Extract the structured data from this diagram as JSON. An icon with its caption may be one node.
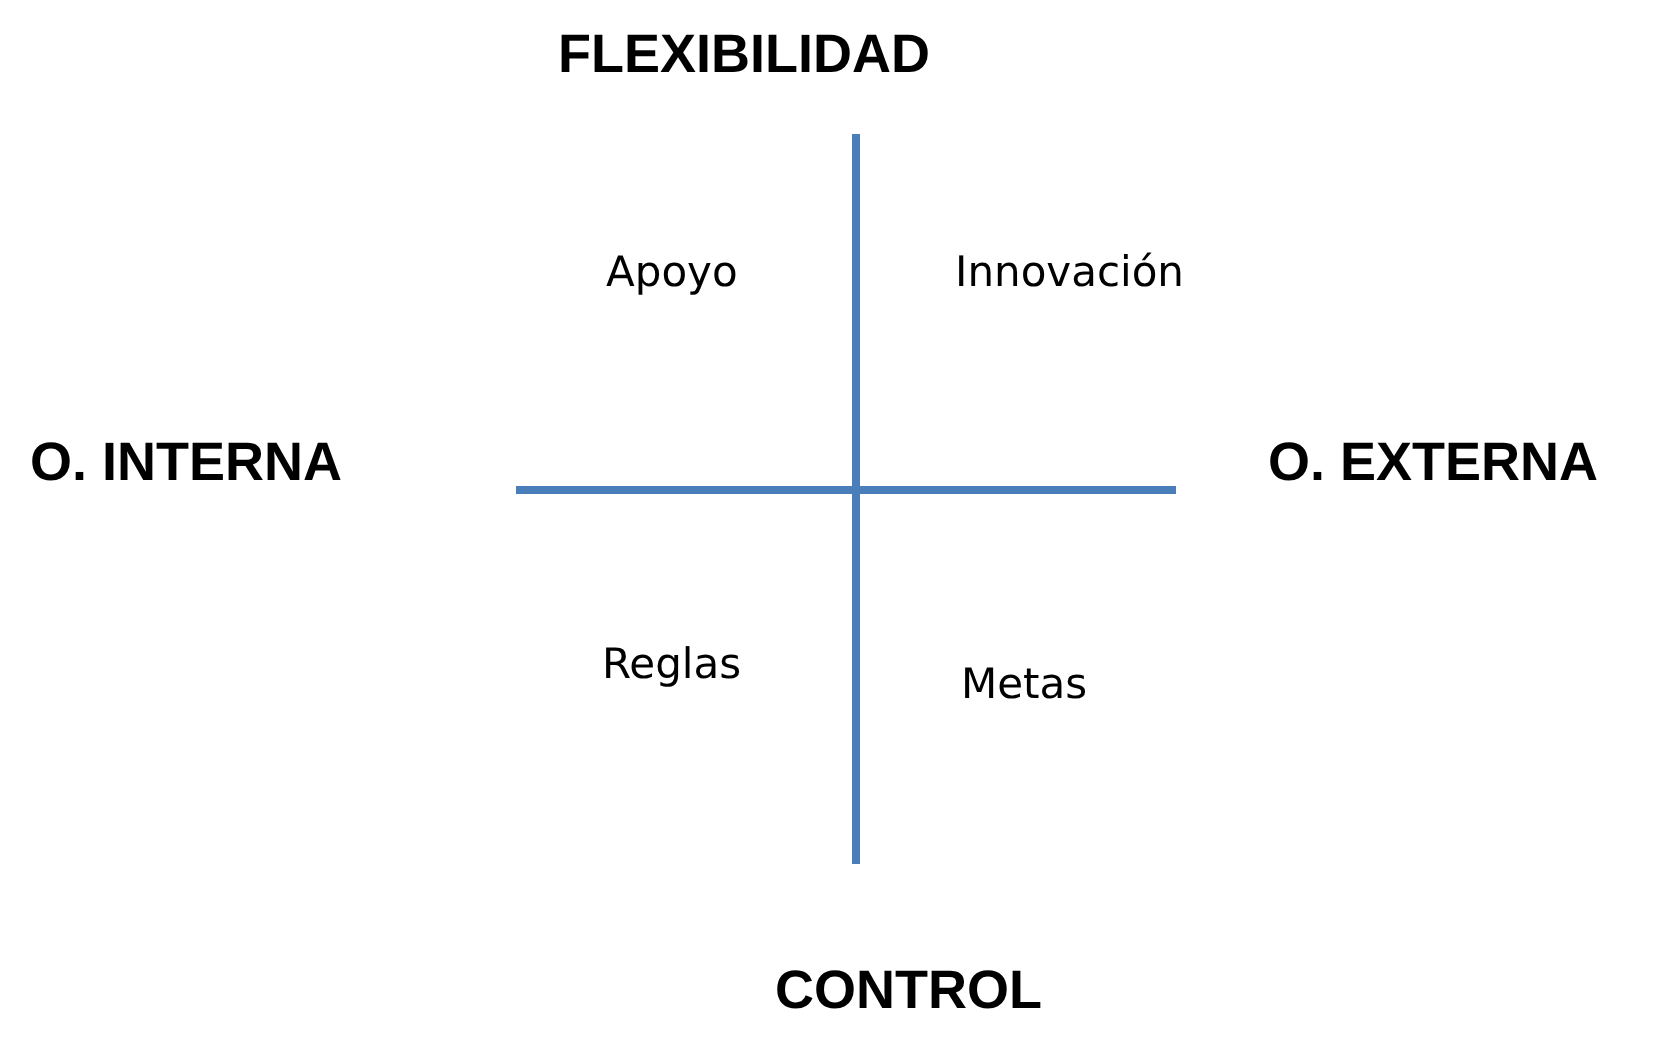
{
  "diagram": {
    "labels": [
      "FLEXIBILIDAD",
      "Apoyo",
      "Innovación",
      "O. INTERNA",
      "O. EXTERNA",
      "Reglas",
      "Metas",
      "CONTROL"
    ]
  }
}
